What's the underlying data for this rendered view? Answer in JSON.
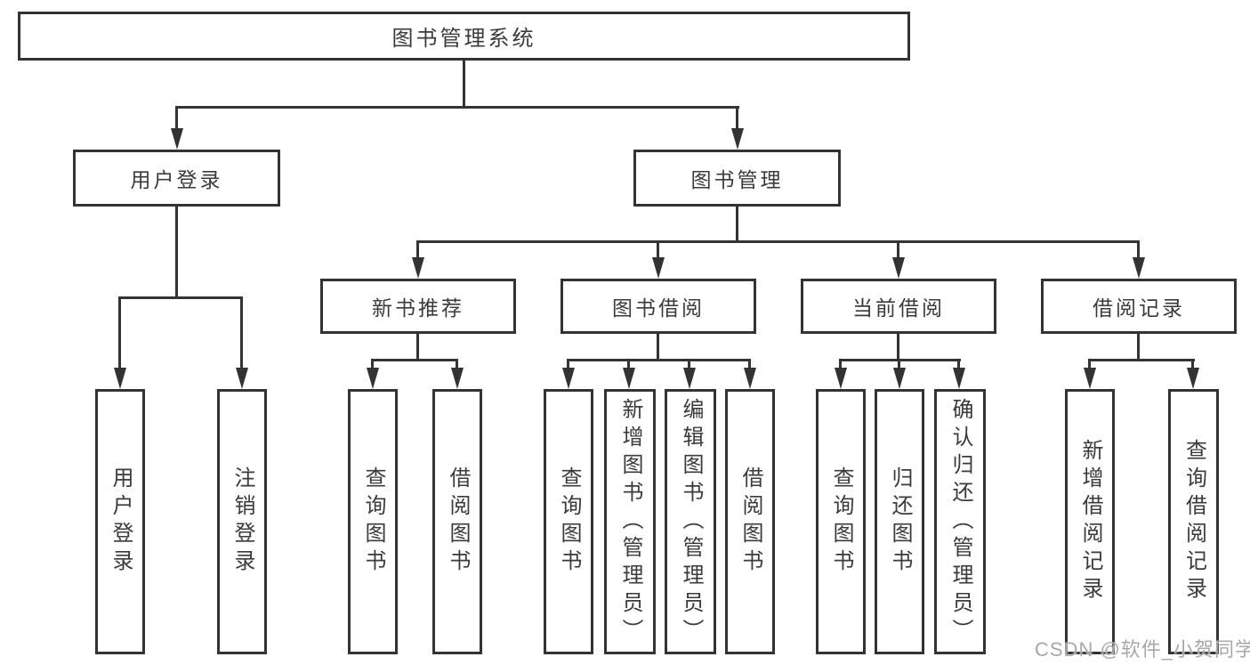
{
  "diagram": {
    "root": {
      "label": "图书管理系统"
    },
    "branches": [
      {
        "label": "用户登录",
        "children": [
          "用户登录",
          "注销登录"
        ]
      },
      {
        "label": "图书管理",
        "children": [
          {
            "label": "新书推荐",
            "children": [
              "查询图书",
              "借阅图书"
            ]
          },
          {
            "label": "图书借阅",
            "children": [
              "查询图书",
              "新增图书（管理员）",
              "编辑图书（管理员）",
              "借阅图书"
            ]
          },
          {
            "label": "当前借阅",
            "children": [
              "查询图书",
              "归还图书",
              "确认归还（管理员）"
            ]
          },
          {
            "label": "借阅记录",
            "children": [
              "新增借阅记录",
              "查询借阅记录"
            ]
          }
        ]
      }
    ]
  },
  "watermark": {
    "text": "CSDN @软件_小贺同学"
  },
  "colors": {
    "line": "#333333",
    "text": "#3b3b3b",
    "background": "#ffffff",
    "watermark": "#a8a8a8"
  }
}
